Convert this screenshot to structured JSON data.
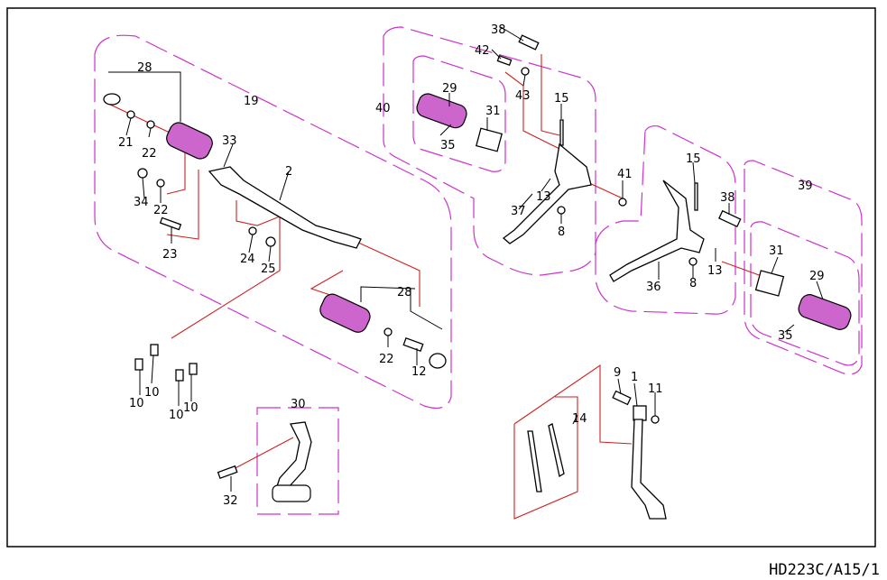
{
  "diagram": {
    "drawing_code": "HD223C/A15/1",
    "callouts": [
      "28",
      "19",
      "21",
      "22",
      "33",
      "2",
      "34",
      "22",
      "23",
      "24",
      "25",
      "28",
      "22",
      "12",
      "10",
      "10",
      "10",
      "10",
      "30",
      "32",
      "40",
      "29",
      "31",
      "35",
      "38",
      "42",
      "43",
      "15",
      "13",
      "37",
      "8",
      "41",
      "39",
      "15",
      "38",
      "36",
      "8",
      "13",
      "31",
      "29",
      "35",
      "9",
      "1",
      "11",
      "14"
    ],
    "colors": {
      "group_outline": "#cc33cc",
      "leader_red": "#cc2222",
      "grip_fill": "#cc66cc",
      "border": "#000000"
    }
  }
}
